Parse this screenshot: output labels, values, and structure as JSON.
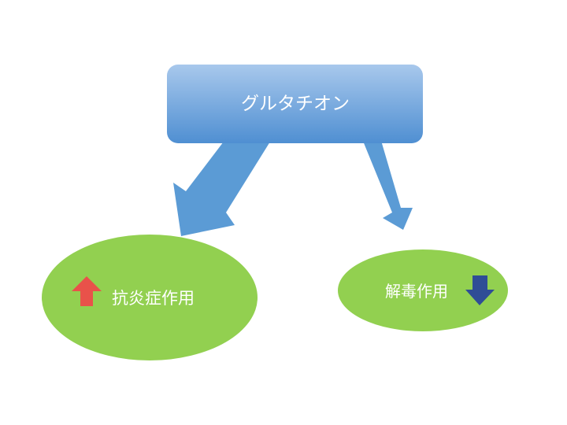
{
  "diagram": {
    "top_node": {
      "label": "グルタチオン"
    },
    "left_node": {
      "label": "抗炎症作用",
      "indicator": "up-arrow-icon",
      "indicator_color": "#E9524A"
    },
    "right_node": {
      "label": "解毒作用",
      "indicator": "down-arrow-icon",
      "indicator_color": "#2F4D96"
    }
  },
  "colors": {
    "box_gradient_top": "#A8C8EC",
    "box_gradient_bottom": "#4F8FD2",
    "connector_arrow": "#5B9BD5",
    "ellipse_fill": "#92D050",
    "text": "#FFFFFF"
  }
}
